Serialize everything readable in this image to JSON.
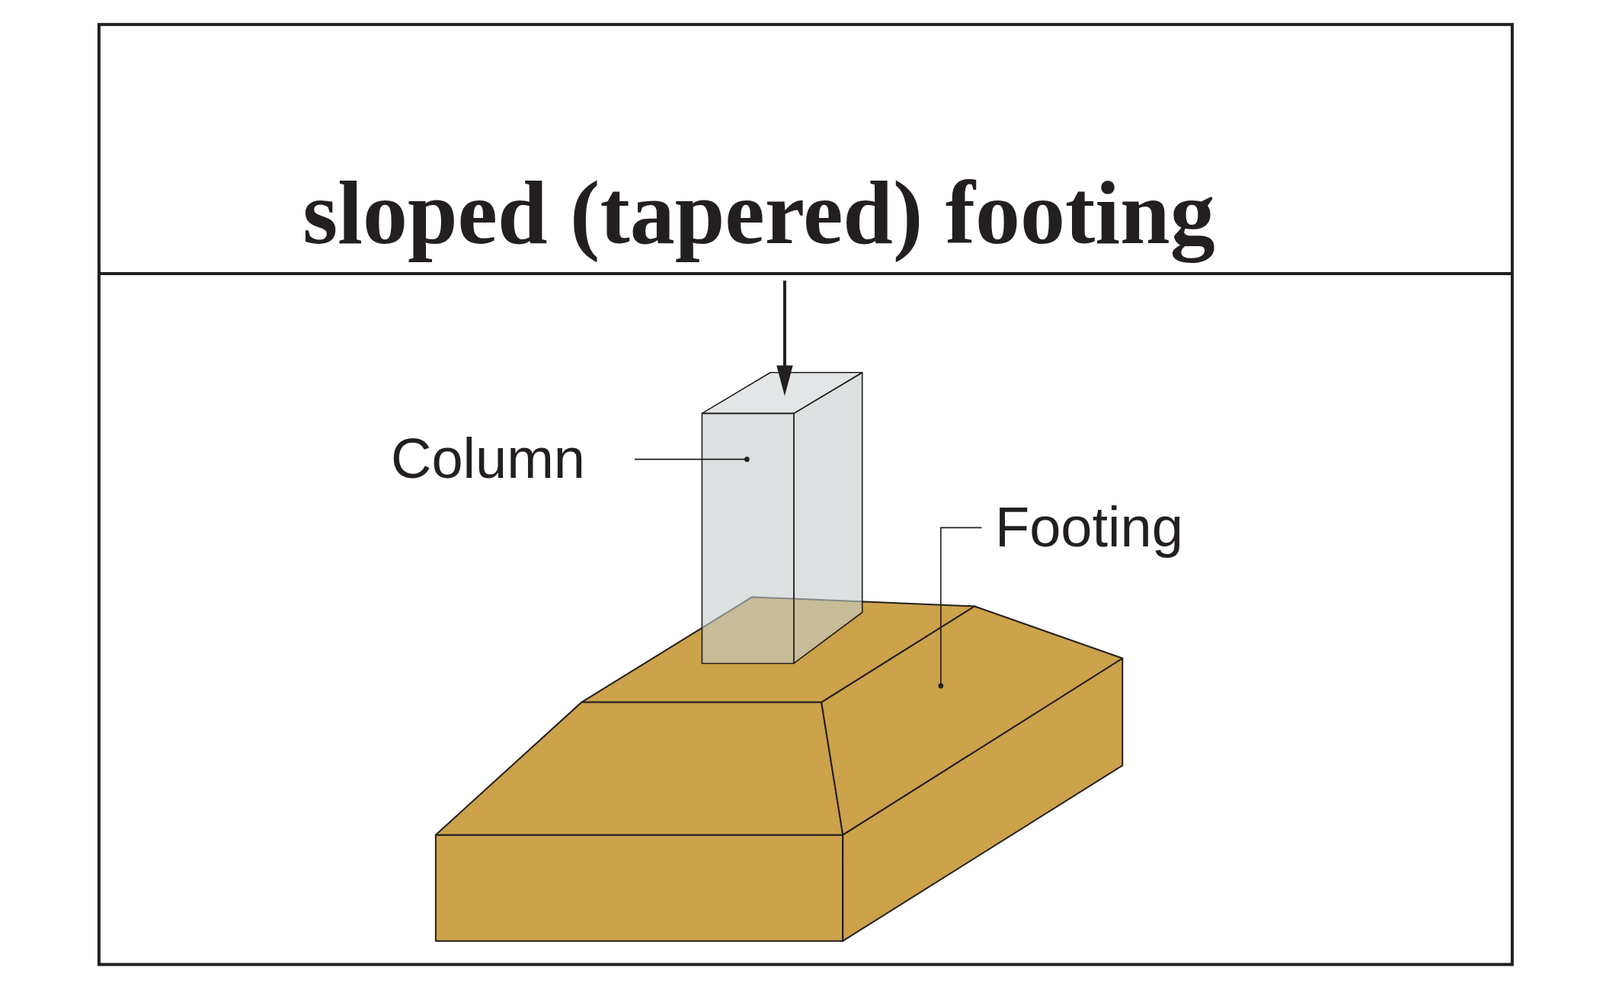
{
  "diagram": {
    "title": "sloped (tapered) footing",
    "labels": [
      "Column",
      "Footing"
    ]
  }
}
